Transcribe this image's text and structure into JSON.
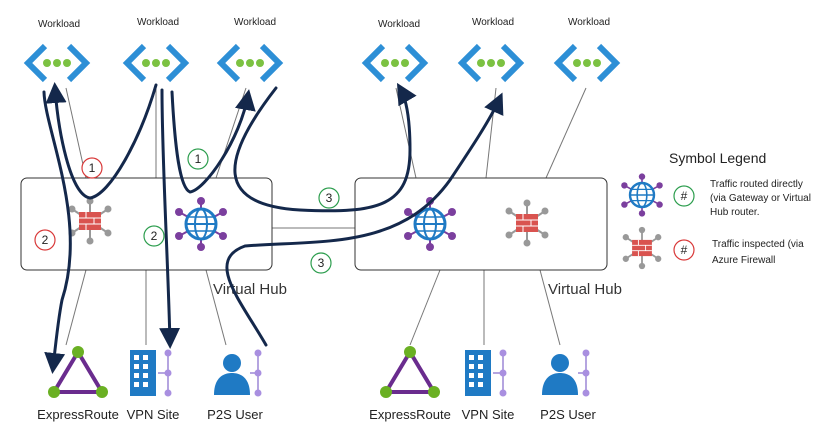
{
  "workload_label": "Workload",
  "hubs": [
    {
      "label": "Virtual Hub"
    },
    {
      "label": "Virtual Hub"
    }
  ],
  "branches": {
    "expressroute": "ExpressRoute",
    "vpn_site": "VPN Site",
    "p2s_user": "P2S User"
  },
  "markers": {
    "one": "1",
    "two": "2",
    "three": "3"
  },
  "legend": {
    "title": "Symbol Legend",
    "placeholder": "#",
    "direct_lines": [
      "Traffic routed directly",
      "(via Gateway or Virtual",
      "Hub router."
    ],
    "inspected_lines": [
      "Traffic inspected (via",
      "Azure Firewall"
    ]
  },
  "colors": {
    "arrow": "#14284b",
    "green_marker": "#2e9e4f",
    "red_marker": "#d93a3a",
    "workload_blue": "#2d8fd6",
    "workload_green": "#7cc242",
    "firewall_red": "#d9534f",
    "router_blue": "#1f7ac4",
    "router_purple": "#7b3f9e",
    "expressroute_purple": "#6a2c8e",
    "expressroute_green": "#6ab023"
  }
}
